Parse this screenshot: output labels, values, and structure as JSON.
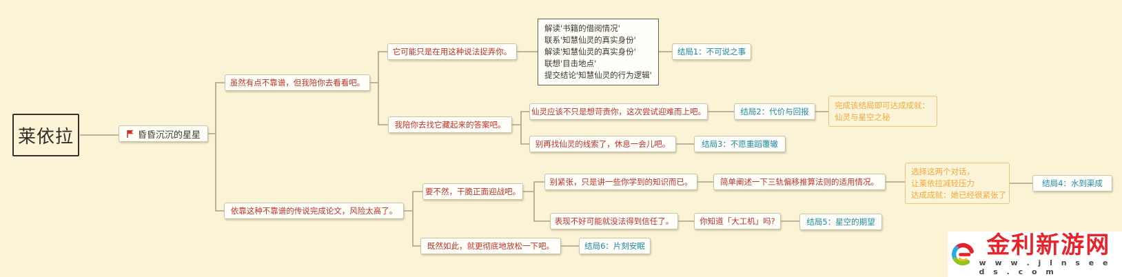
{
  "colors": {
    "background": "#FAF3D6",
    "choice_text": "#C13327",
    "ending_text": "#1E89A7",
    "achievement_text": "#F5A93B",
    "connector": "#A9A089"
  },
  "root": {
    "label": "莱依拉"
  },
  "topic": {
    "label": "昏昏沉沉的星星",
    "icon": "red-flag-icon"
  },
  "branch1": {
    "label": "虽然有点不靠谱，但我陪你去看看吧。",
    "tease": {
      "label": "它可能只是在用这种说法捉弄你。",
      "steps": [
        "解读'书籍的借阅情况'",
        "联系'知慧仙灵的真实身份'",
        "解读'知慧仙灵的真实身份'",
        "联想'目击地点'",
        "提交结论'知慧仙灵的行为逻辑'"
      ],
      "ending": "结局1：不可说之事"
    },
    "seek": {
      "label": "我陪你去找它藏起来的答案吧。",
      "brave": {
        "label": "仙灵应该不只是想苛责你，这次尝试迎难而上吧。",
        "ending": "结局2：代价与回报",
        "achievement": [
          "完成该结局即可达成成就：",
          "仙灵与星空之秘"
        ]
      },
      "rest": {
        "label": "别再找仙灵的线索了，休息一会儿吧。",
        "ending": "结局3：不愿重蹈覆辙"
      }
    }
  },
  "branch2": {
    "label": "依靠这种不靠谱的传说完成论文，风险太高了。",
    "face": {
      "label": "要不然，干脆正面迎战吧。",
      "calm": {
        "label": "别紧张，只是讲一些你学到的知识而已。",
        "next": "简单阐述一下三轨偏移推算法则的适用情况。",
        "achievement": [
          "选择这两个对话，",
          "让莱依拉减轻压力",
          "达成成就：她已经很紧张了"
        ],
        "ending": "结局4：水到渠成"
      },
      "worry": {
        "label": "表现不好可能就没法得到信任了。",
        "next": "你知道「大工机」吗?",
        "ending": "结局5：星空的期望"
      }
    },
    "relax": {
      "label": "既然如此，就更彻底地放松一下吧。",
      "ending": "结局6：片刻安眠"
    }
  },
  "watermark": {
    "site_name": "金利新游网",
    "site_url": "w w w . j l n s e e d s . c o m"
  }
}
